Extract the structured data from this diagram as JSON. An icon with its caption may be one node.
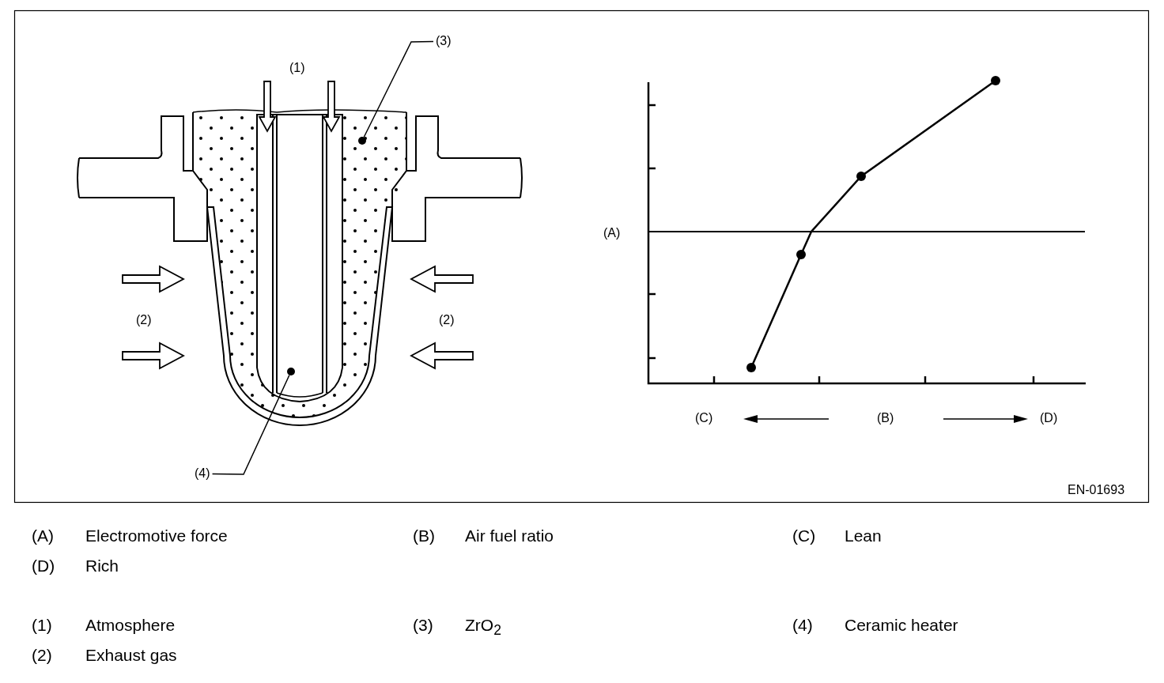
{
  "diagram": {
    "nodes": [
      {
        "text": [
          "(3)"
        ]
      },
      {
        "text": [],
        "shape": "circle"
      },
      {
        "text": [
          "(4)"
        ]
      },
      {
        "text": [],
        "shape": "circle"
      }
    ],
    "edges": [
      {
        "from": 0,
        "to": 1,
        "arrow": "none"
      },
      {
        "from": 2,
        "to": 3,
        "arrow": "none"
      }
    ],
    "labels": [
      "(1)",
      "(2)",
      "(2)",
      "(A)",
      "(C)",
      "(B)",
      "(D)",
      "EN-01693",
      "(A)",
      "Electromotive force",
      "(B)",
      "Air fuel ratio",
      "(C)",
      "Lean",
      "(D)",
      "Rich",
      "(1)",
      "Atmosphere",
      "(3)",
      "ZrO$_{2}$",
      "(4)",
      "Ceramic heater",
      "(2)",
      "Exhaust gas"
    ]
  }
}
